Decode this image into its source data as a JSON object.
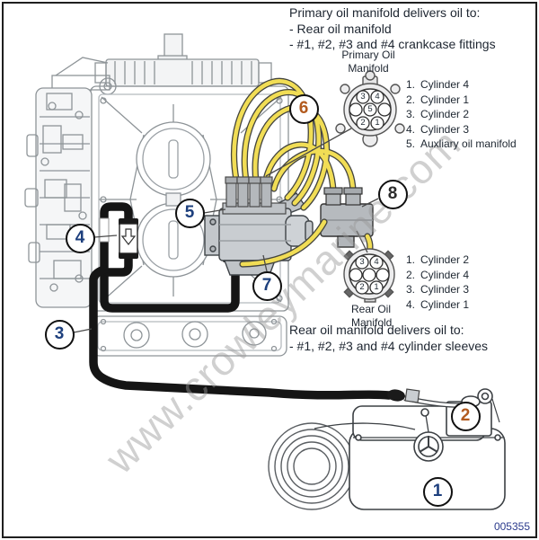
{
  "page": {
    "doc_number": "005355",
    "watermark": "www.crowleymarine.com"
  },
  "notes": {
    "primary": {
      "title": "Primary oil manifold delivers oil to:",
      "items": [
        "- Rear oil manifold",
        "- #1, #2, #3 and #4 crankcase fittings"
      ]
    },
    "rear": {
      "title": "Rear oil manifold delivers oil to:",
      "items": [
        "- #1, #2, #3 and #4 cylinder sleeves"
      ]
    }
  },
  "primary_manifold": {
    "label1": "Primary Oil",
    "label2": "Manifold",
    "ports": [
      "3",
      "4",
      "5",
      "2",
      "1"
    ],
    "legend": [
      {
        "n": "1.",
        "t": "Cylinder 4"
      },
      {
        "n": "2.",
        "t": "Cylinder 1"
      },
      {
        "n": "3.",
        "t": "Cylinder 2"
      },
      {
        "n": "4.",
        "t": "Cylinder 3"
      },
      {
        "n": "5.",
        "t": "Auxliary oil manifold"
      }
    ]
  },
  "rear_manifold": {
    "label1": "Rear Oil",
    "label2": "Manifold",
    "ports": [
      "3",
      "4",
      "2",
      "1"
    ],
    "legend": [
      {
        "n": "1.",
        "t": "Cylinder 2"
      },
      {
        "n": "2.",
        "t": "Cylinder 4"
      },
      {
        "n": "3.",
        "t": "Cylinder 3"
      },
      {
        "n": "4.",
        "t": "Cylinder 1"
      }
    ]
  },
  "callouts": [
    {
      "label": "1",
      "color": "#1d3f7d"
    },
    {
      "label": "2",
      "color": "#b25a1e"
    },
    {
      "label": "3",
      "color": "#1d3f7d"
    },
    {
      "label": "4",
      "color": "#1d3f7d"
    },
    {
      "label": "5",
      "color": "#1d3f7d"
    },
    {
      "label": "6",
      "color": "#b25a1e"
    },
    {
      "label": "7",
      "color": "#1d3f7d"
    },
    {
      "label": "8",
      "color": "#2b2b2b"
    }
  ],
  "colors": {
    "hose_yellow": "#f1dd55",
    "hose_black": "#151515",
    "engine_line": "#8e9498",
    "doc_number": "#2a3a8c",
    "watermark": "#9a9a9a"
  }
}
